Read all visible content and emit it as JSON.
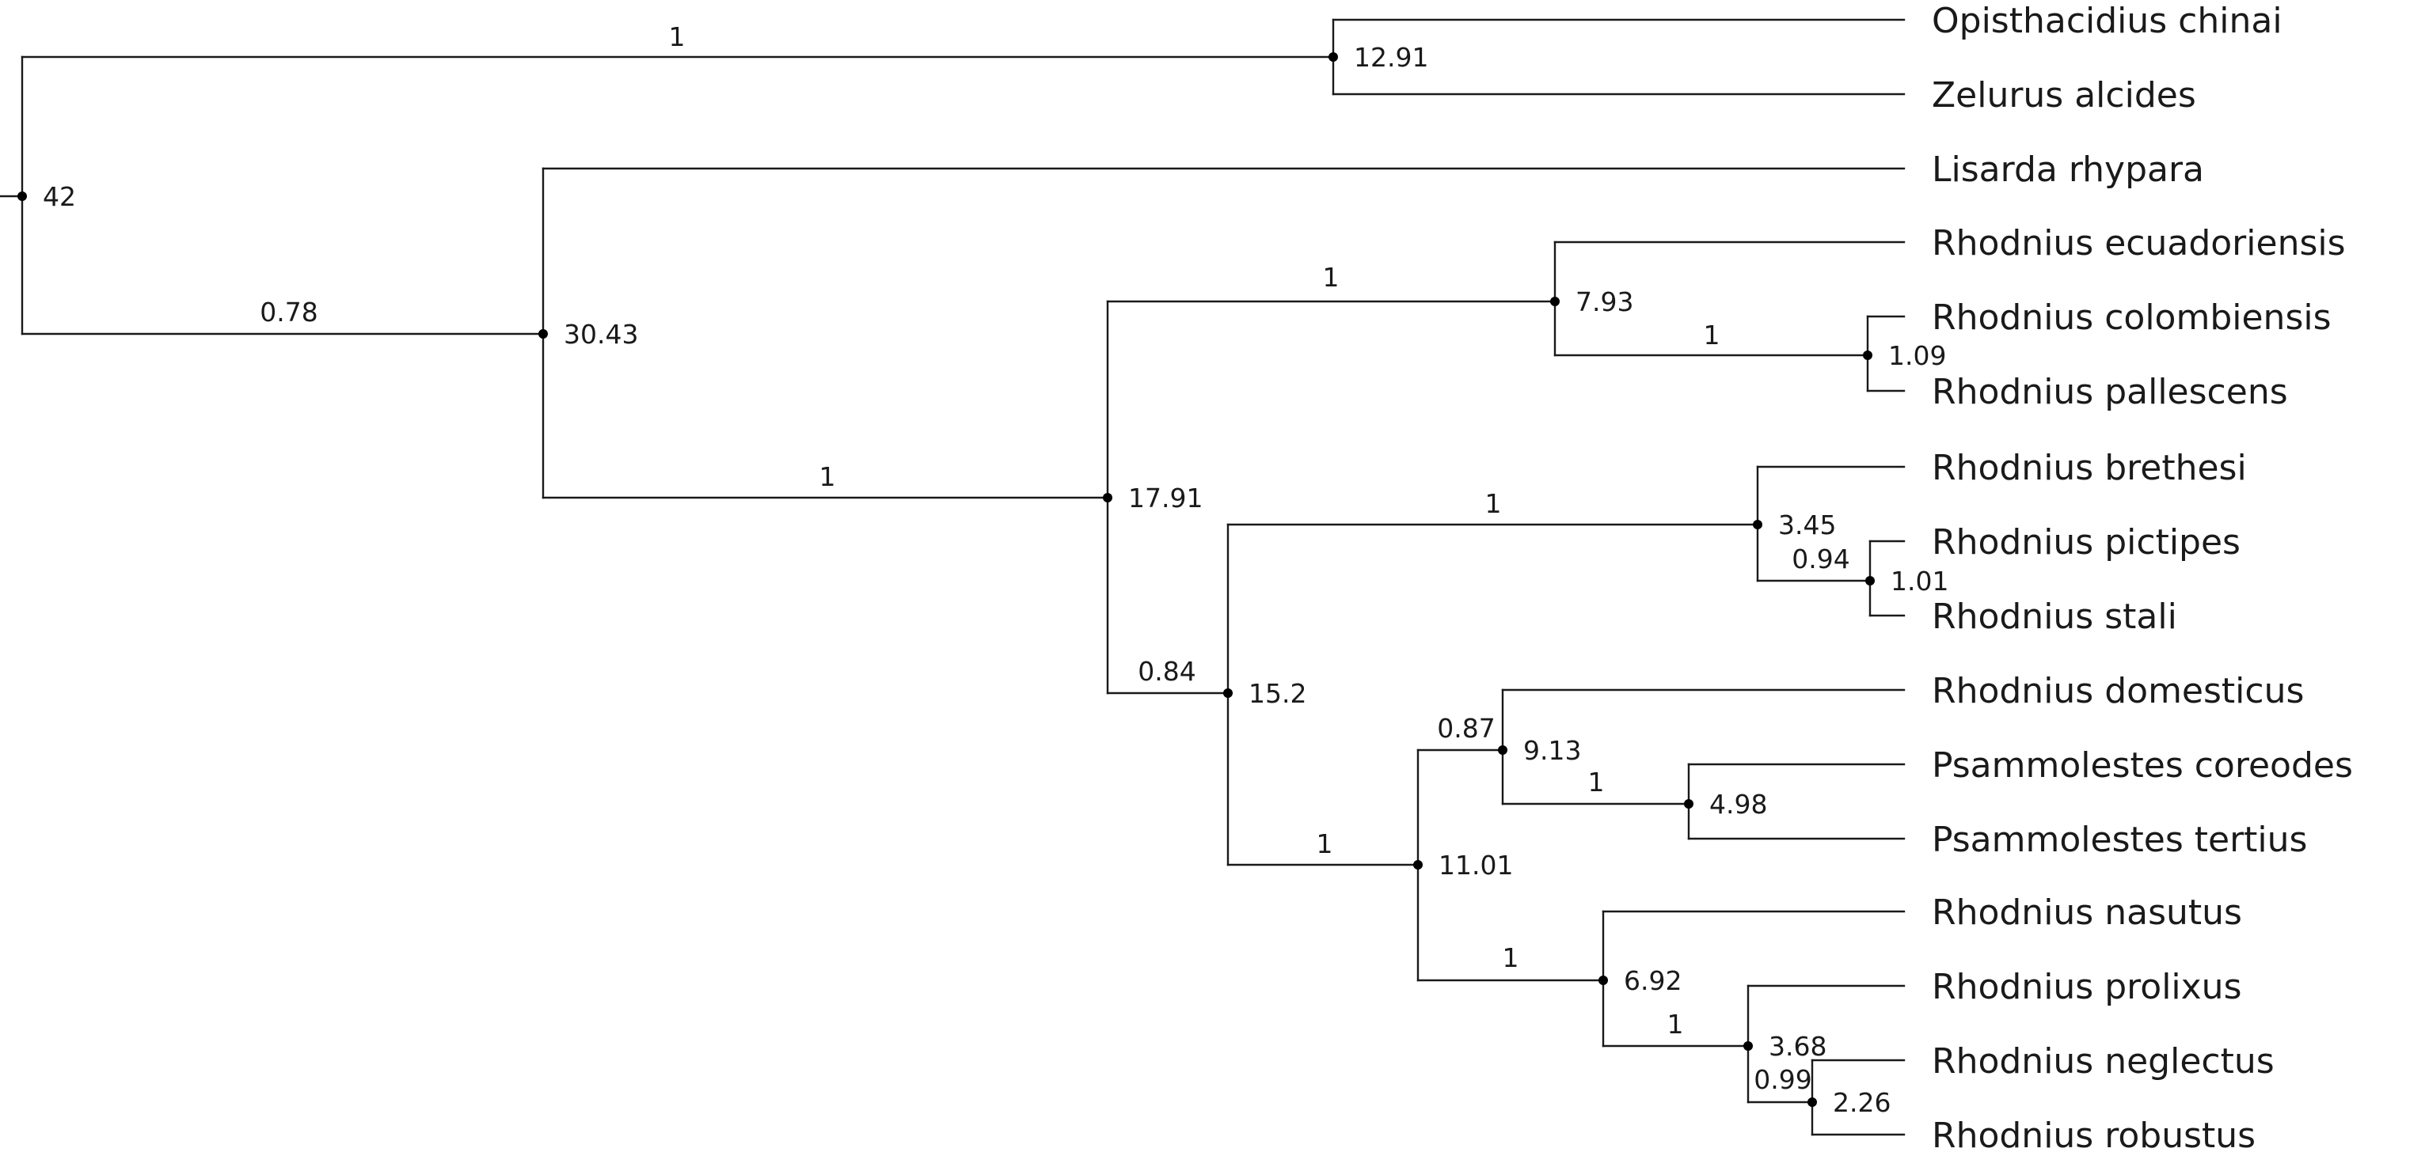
{
  "tree": {
    "tips": [
      "Opisthacidius chinai",
      "Zelurus alcides",
      "Lisarda rhypara",
      "Rhodnius ecuadoriensis",
      "Rhodnius colombiensis",
      "Rhodnius pallescens",
      "Rhodnius brethesi",
      "Rhodnius pictipes",
      "Rhodnius stali",
      "Rhodnius domesticus",
      "Psammolestes coreodes",
      "Psammolestes tertius",
      "Rhodnius nasutus",
      "Rhodnius prolixus",
      "Rhodnius neglectus",
      "Rhodnius robustus"
    ],
    "nodes": [
      {
        "id": "root",
        "age": "42",
        "support": ""
      },
      {
        "id": "opisthacidius_zelurus",
        "age": "12.91",
        "support": "1"
      },
      {
        "id": "ingroup_lisarda",
        "age": "30.43",
        "support": "0.78"
      },
      {
        "id": "rhodniini",
        "age": "17.91",
        "support": "1"
      },
      {
        "id": "pallescens_group",
        "age": "7.93",
        "support": "1"
      },
      {
        "id": "colombiensis_pallescens",
        "age": "1.09",
        "support": "1"
      },
      {
        "id": "pictipes_prolixus_groups",
        "age": "15.2",
        "support": "0.84"
      },
      {
        "id": "pictipes_group",
        "age": "3.45",
        "support": "1"
      },
      {
        "id": "pictipes_stali",
        "age": "1.01",
        "support": "0.94"
      },
      {
        "id": "prolixus_group",
        "age": "11.01",
        "support": "1"
      },
      {
        "id": "domesticus_psammolestes",
        "age": "9.13",
        "support": "0.87"
      },
      {
        "id": "psammolestes",
        "age": "4.98",
        "support": "1"
      },
      {
        "id": "nasutus_robustus",
        "age": "6.92",
        "support": "1"
      },
      {
        "id": "prolixus_robustus",
        "age": "3.68",
        "support": "1"
      },
      {
        "id": "neglectus_robustus",
        "age": "2.26",
        "support": "0.99"
      }
    ]
  }
}
